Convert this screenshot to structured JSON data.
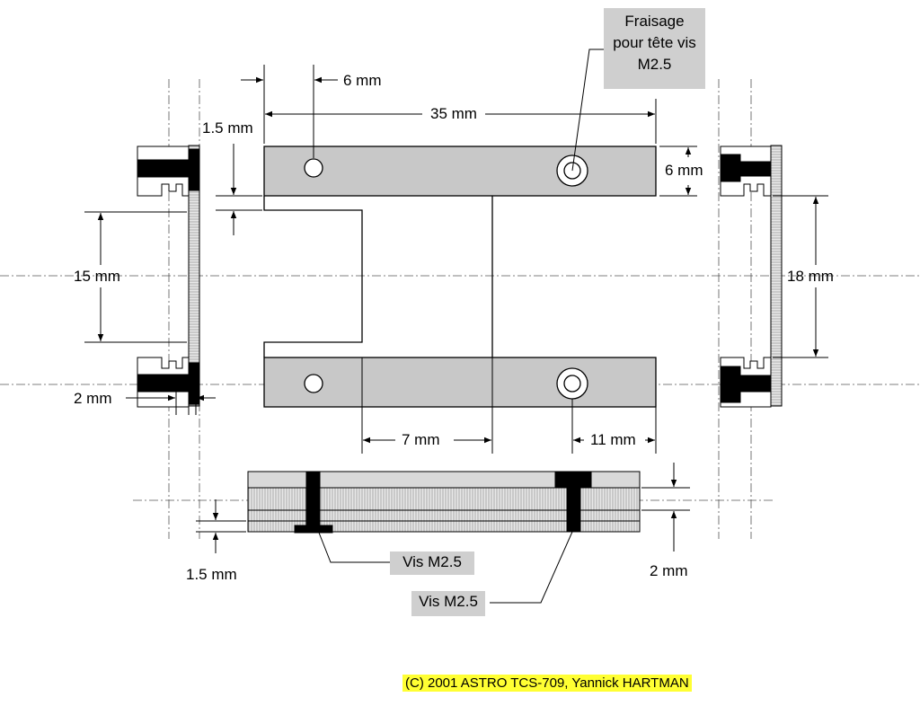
{
  "dimensions": {
    "d6_top": "6 mm",
    "d35": "35 mm",
    "d1_5_top": "1.5 mm",
    "d6_right": "6 mm",
    "d15": "15 mm",
    "d18": "18 mm",
    "d2_left": "2 mm",
    "d7": "7 mm",
    "d11": "11 mm",
    "d1_5_bottom": "1.5 mm",
    "d2_bottom": "2 mm"
  },
  "callouts": {
    "fraisage_line1": "Fraisage",
    "fraisage_line2": "pour tête vis",
    "fraisage_line3": "M2.5",
    "vis1": "Vis M2.5",
    "vis2": "Vis M2.5"
  },
  "copyright": "(C) 2001 ASTRO TCS-709, Yannick HARTMAN",
  "colors": {
    "part_fill": "#c8c8c8",
    "screw_fill": "#000000",
    "callout_bg": "#cfcfcf",
    "copyright_bg": "#ffff33"
  }
}
